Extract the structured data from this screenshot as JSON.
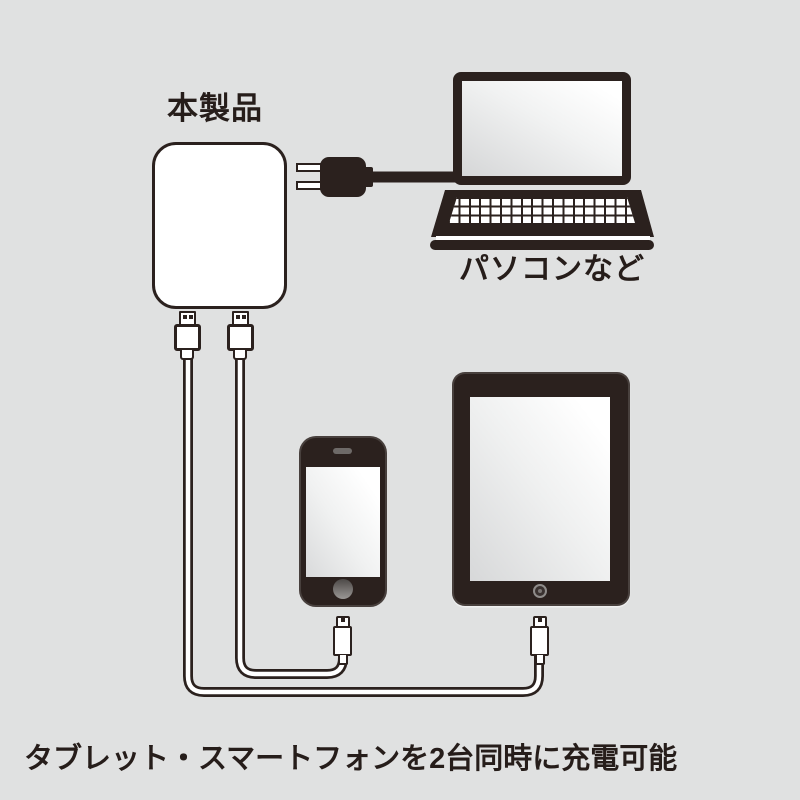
{
  "colors": {
    "background": "#e0e1e1",
    "ink": "#2b211e",
    "screen_highlight": "#ffffff",
    "screen_shade": "#d7d8d9"
  },
  "labels": {
    "product": "本製品",
    "computer": "パソコンなど",
    "caption": "タブレット・スマートフォンを2台同時に充電可能"
  },
  "icons": [
    "charger-icon",
    "power-plug-icon",
    "laptop-icon",
    "smartphone-icon",
    "tablet-icon",
    "usb-connector-icon",
    "lightning-connector-icon",
    "cable-icon"
  ]
}
